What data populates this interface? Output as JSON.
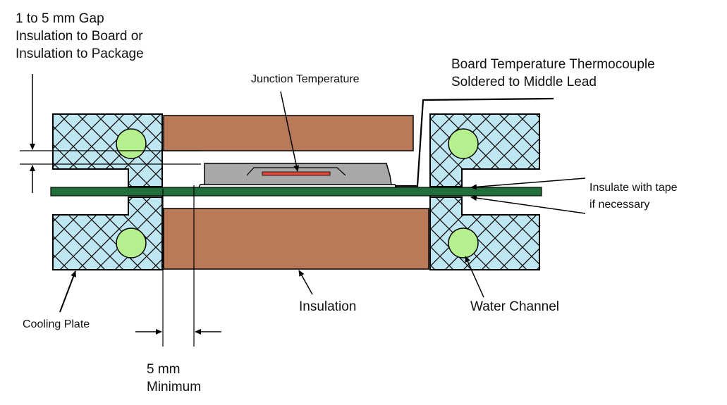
{
  "colors": {
    "cooling_plate_fill": "#bfe7f2",
    "insulation_fill": "#b87a58",
    "water_channel_fill": "#b4f08e",
    "board_fill": "#1f6e3c",
    "package_fill": "#a8a8a8",
    "die_fill": "#e0463c",
    "line": "#000000"
  },
  "labels": {
    "gap_note": [
      "1 to 5 mm Gap",
      "Insulation to Board or",
      "Insulation to Package"
    ],
    "board_thermocouple": [
      "Board Temperature Thermocouple",
      "Soldered to Middle Lead"
    ],
    "junction_temperature": "Junction Temperature",
    "insulate_tape": [
      "Insulate with tape",
      "if necessary"
    ],
    "cooling_plate": "Cooling Plate",
    "insulation": "Insulation",
    "water_channel": "Water Channel",
    "min_spacing": [
      "5 mm",
      "Minimum"
    ]
  },
  "icons": {
    "water_channel": "circle",
    "arrow": "filled-arrowhead"
  }
}
